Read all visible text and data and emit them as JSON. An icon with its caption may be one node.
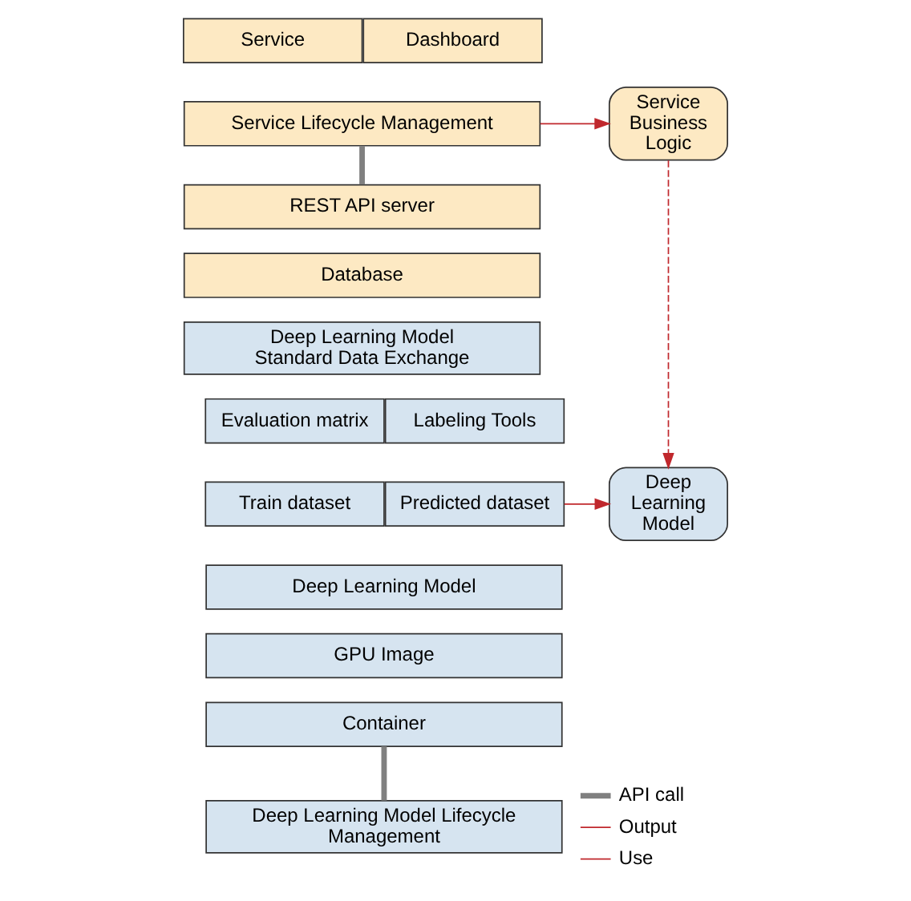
{
  "diagram": {
    "nodes": [
      {
        "text": [
          "Service"
        ]
      },
      {
        "text": [
          "Dashboard"
        ]
      },
      {
        "text": [
          "Service Lifecycle Management"
        ]
      },
      {
        "text": [
          "REST API server"
        ]
      },
      {
        "text": [
          "Database"
        ]
      },
      {
        "text": [
          "Deep Learning Model Standard Data Exchange"
        ]
      },
      {
        "text": [
          "Evaluation matrix"
        ]
      },
      {
        "text": [
          "Labeling Tools"
        ]
      },
      {
        "text": [
          "Train dataset"
        ]
      },
      {
        "text": [
          "Predicted dataset"
        ]
      },
      {
        "text": [
          "Deep Learning Model"
        ]
      },
      {
        "text": [
          "GPU Image"
        ]
      },
      {
        "text": [
          "Container"
        ]
      },
      {
        "text": [
          "Deep Learning Model Lifecycle Management"
        ]
      },
      {
        "text": [
          "Service Business Logic"
        ]
      },
      {
        "text": [
          "Deep Learning Model"
        ]
      }
    ],
    "edges": [
      {
        "from": 2,
        "to": 3,
        "arrow": "none",
        "style": "thick",
        "color": "#808080"
      },
      {
        "from": 12,
        "to": 13,
        "arrow": "none",
        "style": "thick",
        "color": "#808080"
      },
      {
        "from": 2,
        "to": 14,
        "arrow": "to"
      },
      {
        "from": 9,
        "to": 15,
        "arrow": "to"
      },
      {
        "from": 14,
        "to": 15,
        "arrow": "to",
        "style": "dashed"
      }
    ],
    "legend": [
      {
        "text": "API call"
      },
      {
        "text": "Output"
      },
      {
        "text": "Use"
      }
    ]
  }
}
